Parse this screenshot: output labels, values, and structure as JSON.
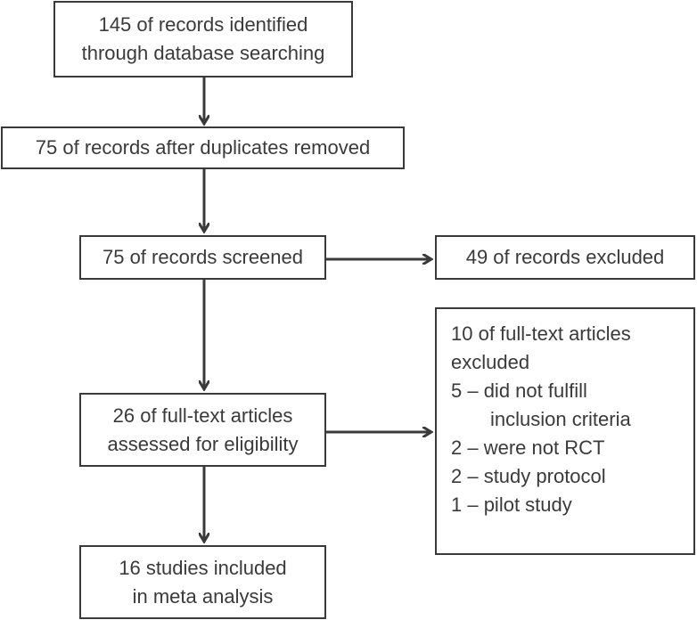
{
  "boxes": {
    "identified": [
      "145 of records identified",
      "through database searching"
    ],
    "duplicates": [
      "75 of records after duplicates removed"
    ],
    "screened": [
      "75 of records screened"
    ],
    "excluded": [
      "49 of records excluded"
    ],
    "fulltext": [
      "26 of full-text articles",
      "assessed for eligibility"
    ],
    "fulltext_excluded": {
      "title": [
        "10 of full-text articles",
        "excluded"
      ],
      "reasons": [
        "5 – did not fulfill",
        "inclusion criteria",
        "2 – were not RCT",
        "2 – study protocol",
        "1 – pilot study"
      ]
    },
    "included": [
      "16 studies included",
      "in meta analysis"
    ]
  },
  "colors": {
    "stroke": "#3a3a3a",
    "text": "#3a3a3a"
  }
}
